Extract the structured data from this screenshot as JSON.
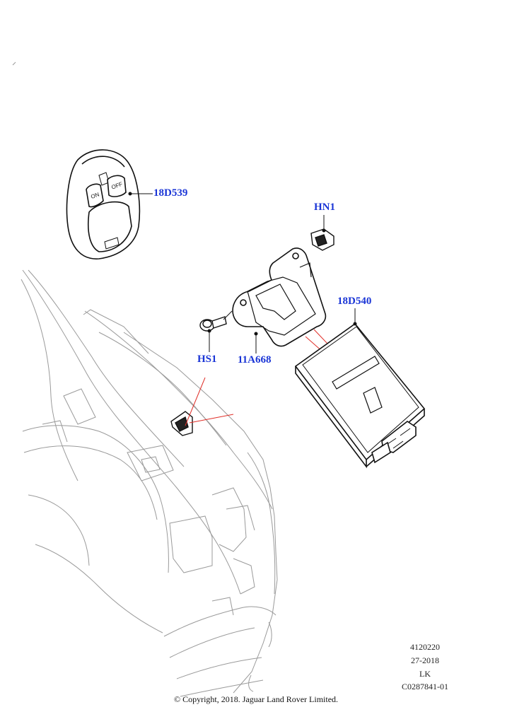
{
  "callouts": {
    "remote": "18D539",
    "clip": "HN1",
    "module": "18D540",
    "screw": "HS1",
    "bracket": "11A668"
  },
  "meta": {
    "ref": "4120220",
    "date": "27-2018",
    "code": "LK",
    "illustration": "C0287841-01"
  },
  "copyright": "© Copyright, 2018. Jaguar Land Rover Limited.",
  "colors": {
    "callout_text": "#1a35d6",
    "leader_red": "#e0302a",
    "line": "#111111",
    "vehicle_line": "#9a9a9a"
  }
}
